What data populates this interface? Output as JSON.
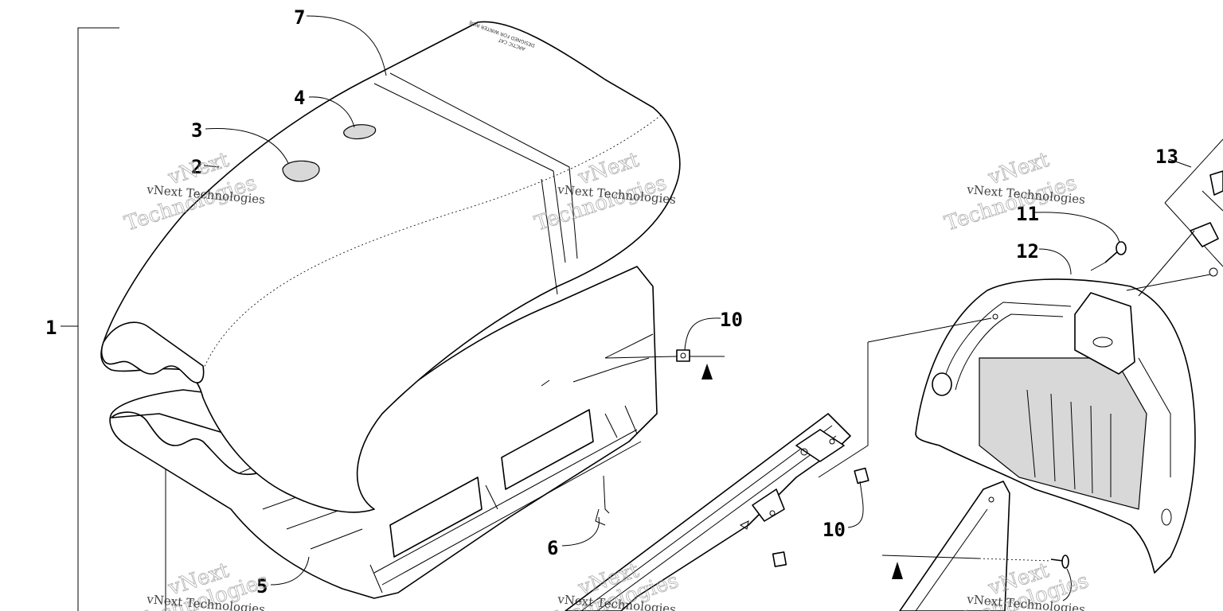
{
  "diagram": {
    "callouts": {
      "c1": "1",
      "c2": "2",
      "c3": "3",
      "c4": "4",
      "c5": "5",
      "c6": "6",
      "c7": "7",
      "c10a": "10",
      "c10b": "10",
      "c11": "11",
      "c12": "12",
      "c13": "13"
    },
    "watermark": {
      "line1": "vNext Technologies",
      "big_top": "vNext",
      "big_bottom": "Technologies"
    },
    "colors": {
      "ink": "#000000",
      "background": "#ffffff"
    }
  }
}
